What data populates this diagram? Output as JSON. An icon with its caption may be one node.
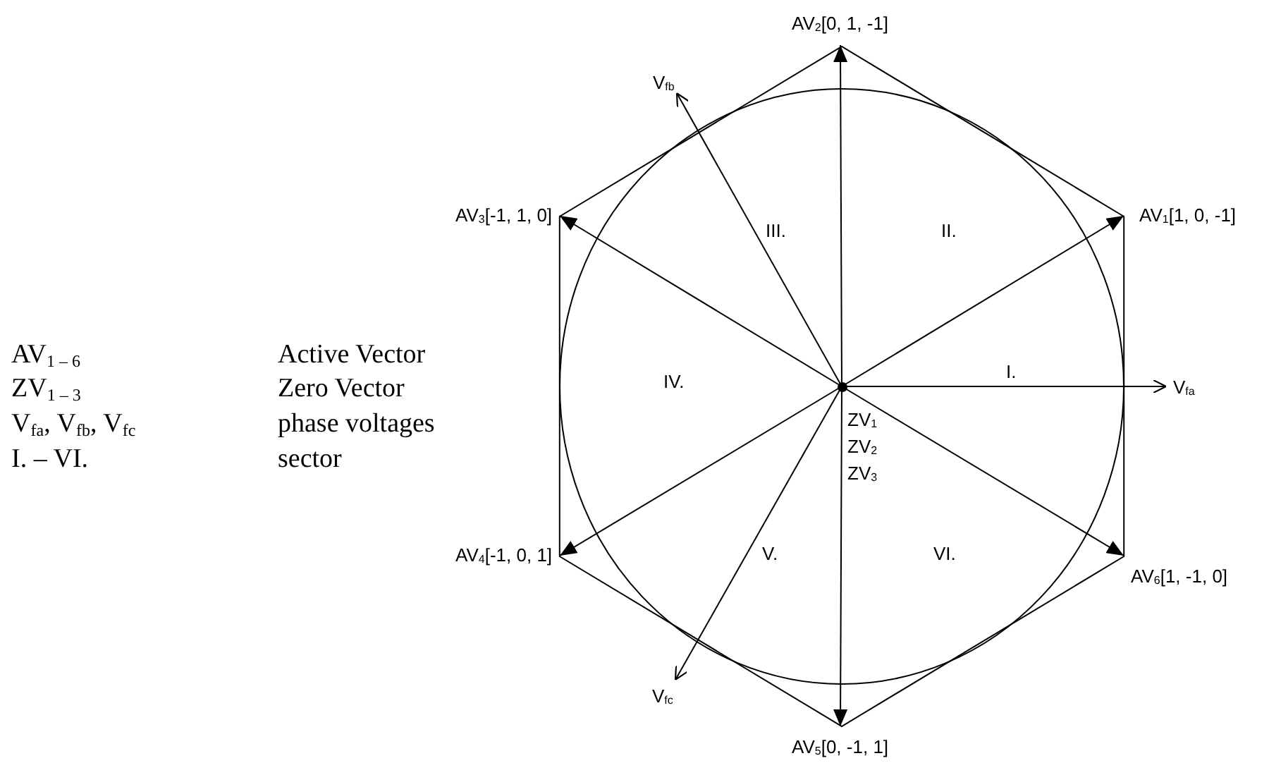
{
  "diagram": {
    "nodes": [
      {
        "text": [],
        "shape": "circle",
        "beside": [
          "ZV$_{1}$",
          "ZV$_{2}$",
          "ZV$_{3}$"
        ]
      },
      {
        "text": [
          "AV$_{2}$[0, 1, -1]"
        ]
      },
      {
        "text": [
          "V$_{fb}$"
        ]
      },
      {
        "text": [
          "AV$_{3}$[-1, 1, 0]"
        ]
      },
      {
        "text": [
          "AV$_{1}$[1, 0, -1]"
        ]
      },
      {
        "text": [
          "V$_{fa}$"
        ]
      },
      {
        "text": [
          "AV$_{4}$[-1, 0, 1]"
        ]
      },
      {
        "text": [
          "AV$_{6}$[1, -1, 0]"
        ]
      },
      {
        "text": [
          "V$_{fc}$"
        ]
      },
      {
        "text": [
          "AV$_{5}$[0, -1, 1]"
        ]
      }
    ],
    "edges": [
      {
        "from": 0,
        "to": 4,
        "arrow": "to"
      },
      {
        "from": 0,
        "to": 1,
        "arrow": "to"
      },
      {
        "from": 0,
        "to": 3,
        "arrow": "to"
      },
      {
        "from": 0,
        "to": 6,
        "arrow": "to"
      },
      {
        "from": 0,
        "to": 9,
        "arrow": "to"
      },
      {
        "from": 0,
        "to": 7,
        "arrow": "to"
      },
      {
        "from": 0,
        "to": 5,
        "arrow": "to"
      },
      {
        "from": 0,
        "to": 2,
        "arrow": "to"
      },
      {
        "from": 0,
        "to": 8,
        "arrow": "to"
      }
    ],
    "labels": [
      "III.",
      "II.",
      "AV$_{1 – 6}$",
      "Active Vector",
      "ZV$_{1 – 3}$",
      "Zero Vector",
      "IV.",
      "I.",
      "V$_{fa}$, V$_{fb}$, V$_{fc}$",
      "phase voltages",
      "I. – VI.",
      "sector",
      "V.",
      "VI."
    ]
  }
}
